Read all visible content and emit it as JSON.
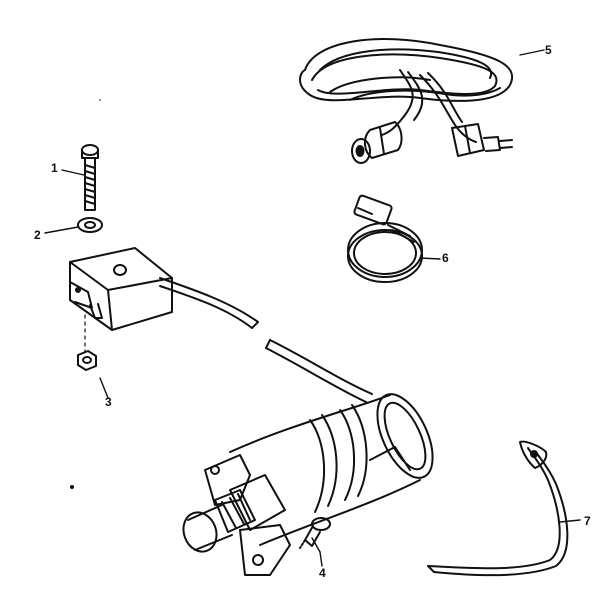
{
  "callouts": {
    "bolt": "1",
    "washer": "2",
    "nut": "3",
    "screw": "4",
    "power_cord": "5",
    "hose_clamp": "6",
    "ground_strap": "7"
  },
  "colors": {
    "ink": "#111111",
    "paper": "#ffffff"
  }
}
